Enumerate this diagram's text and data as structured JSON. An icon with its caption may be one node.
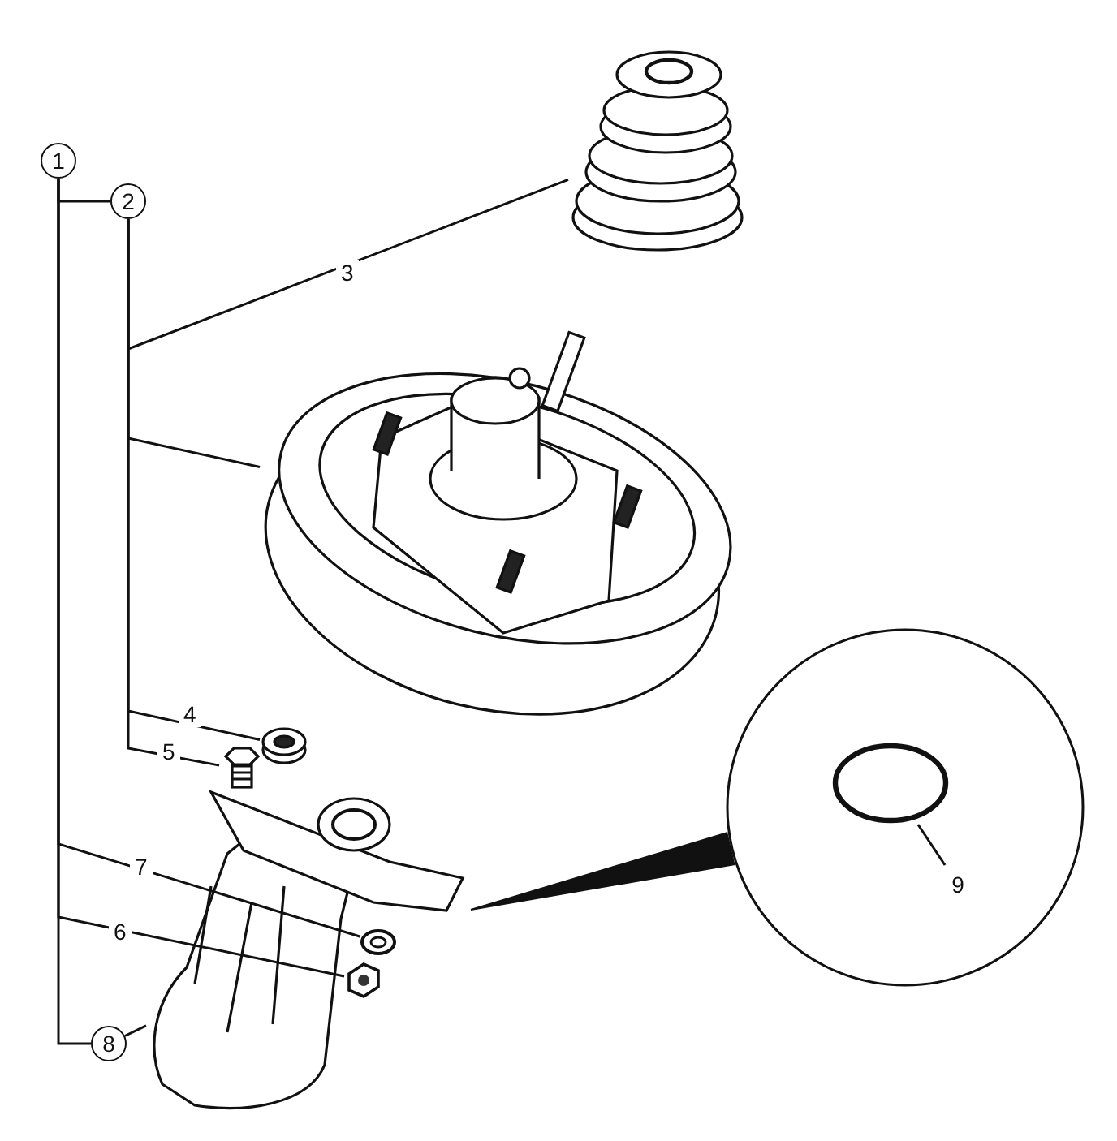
{
  "diagram": {
    "nodes": [
      {
        "text": [
          "1"
        ]
      },
      {
        "text": [
          "2"
        ]
      },
      {
        "text": [
          "8"
        ]
      },
      {
        "text": [],
        "shape": "picture"
      },
      {
        "text": [],
        "shape": "picture"
      },
      {
        "text": [],
        "shape": "picture"
      },
      {
        "text": [],
        "shape": "picture"
      },
      {
        "text": [],
        "shape": "picture"
      },
      {
        "text": [],
        "shape": "picture"
      },
      {
        "text": [],
        "shape": "picture"
      },
      {
        "text": [],
        "shape": "circle"
      },
      {
        "text": [],
        "shape": "ring",
        "in": 10
      },
      {
        "text": [
          "9"
        ],
        "in": 10
      }
    ],
    "edges": [
      {
        "from": 0,
        "to": 1,
        "arrow": "none"
      },
      {
        "from": 1,
        "to": 3,
        "arrow": "none",
        "label": "3"
      },
      {
        "from": 1,
        "to": 4,
        "arrow": "none"
      },
      {
        "from": 1,
        "to": 5,
        "arrow": "none",
        "label": "4"
      },
      {
        "from": 1,
        "to": 6,
        "arrow": "none",
        "label": "5"
      },
      {
        "from": 0,
        "to": 8,
        "arrow": "none",
        "label": "7"
      },
      {
        "from": 0,
        "to": 9,
        "arrow": "none",
        "label": "6"
      },
      {
        "from": 0,
        "to": 2,
        "arrow": "none"
      },
      {
        "from": 2,
        "to": 7,
        "arrow": "none"
      },
      {
        "from": 12,
        "to": 11,
        "arrow": "none"
      },
      {
        "from": 7,
        "to": 10,
        "arrow": "none",
        "style": "thick"
      }
    ]
  }
}
